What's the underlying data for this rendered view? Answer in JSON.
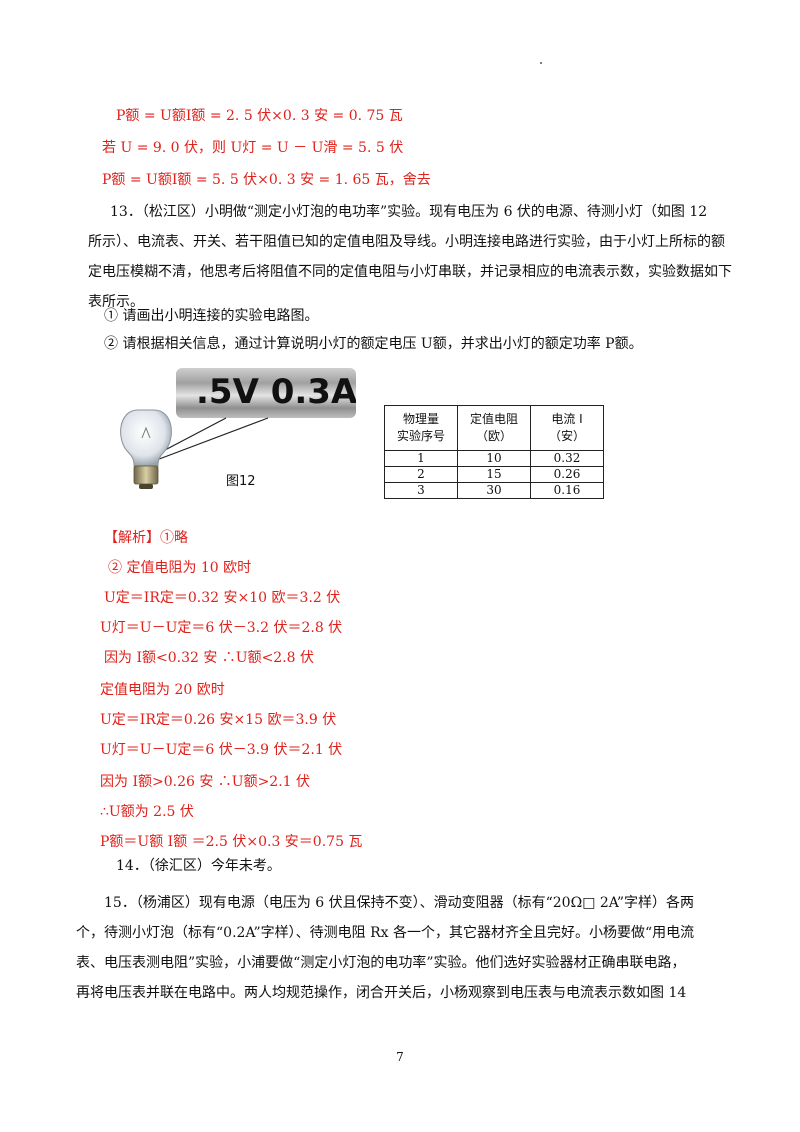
{
  "top_formulas": {
    "f1": "P额 = U额I额 = 2. 5 伏×0. 3 安 = 0. 75 瓦",
    "f2": "若 U = 9. 0 伏，则 U灯 = U － U滑 = 5. 5 伏",
    "f3": "P额 = U额I额 = 5. 5 伏×0. 3 安 = 1. 65 瓦，舍去"
  },
  "q13": {
    "line1": "13．（松江区）小明做“测定小灯泡的电功率”实验。现有电压为 6 伏的电源、待测小灯（如图 12",
    "line2": "所示）、电流表、开关、若干阻值已知的定值电阻及导线。小明连接电路进行实验，由于小灯上所标的额",
    "line3": "定电压模糊不清，他思考后将阻值不同的定值电阻与小灯串联，并记录相应的电流表示数，实验数据如下",
    "line4": "表所示。",
    "sub1": "① 请画出小明连接的实验电路图。",
    "sub2": "② 请根据相关信息，通过计算说明小灯的额定电压 U额，并求出小灯的额定功率 P额。"
  },
  "figure": {
    "label_text": ".5V 0.3A",
    "caption": "图12"
  },
  "table": {
    "headers": [
      "物理量\n实验序号",
      "定值电阻\n（欧）",
      "电流 I\n（安）"
    ],
    "rows": [
      [
        "1",
        "10",
        "0.32"
      ],
      [
        "2",
        "15",
        "0.26"
      ],
      [
        "3",
        "30",
        "0.16"
      ]
    ]
  },
  "analysis": {
    "l1": "【解析】①略",
    "l2": "② 定值电阻为 10 欧时",
    "l3": "U定＝IR定＝0.32 安×10 欧＝3.2 伏",
    "l4": "U灯＝U－U定＝6 伏－3.2 伏＝2.8 伏",
    "l5": "因为 I额<0.32 安 ∴U额<2.8 伏",
    "l6": "定值电阻为 20 欧时",
    "l7": "U定＝IR定＝0.26 安×15 欧＝3.9 伏",
    "l8": "U灯＝U－U定＝6 伏－3.9 伏＝2.1 伏",
    "l9": "因为 I额>0.26 安 ∴U额>2.1 伏",
    "l10": "∴U额为 2.5 伏",
    "l11": "P额＝U额 I额 ＝2.5 伏×0.3 安＝0.75 瓦"
  },
  "q14": "14．（徐汇区）今年未考。",
  "q15": {
    "line1": "15．（杨浦区）现有电源（电压为 6 伏且保持不变）、滑动变阻器（标有“20Ω□ 2A”字样）各两",
    "line2": "个，待测小灯泡（标有“0.2A”字样）、待测电阻 Rx 各一个，其它器材齐全且完好。小杨要做“用电流",
    "line3": "表、电压表测电阻”实验，小浦要做“测定小灯泡的电功率”实验。他们选好实验器材正确串联电路，",
    "line4": "再将电压表并联在电路中。两人均规范操作，闭合开关后，小杨观察到电压表与电流表示数如图 14"
  },
  "page_number": "7"
}
